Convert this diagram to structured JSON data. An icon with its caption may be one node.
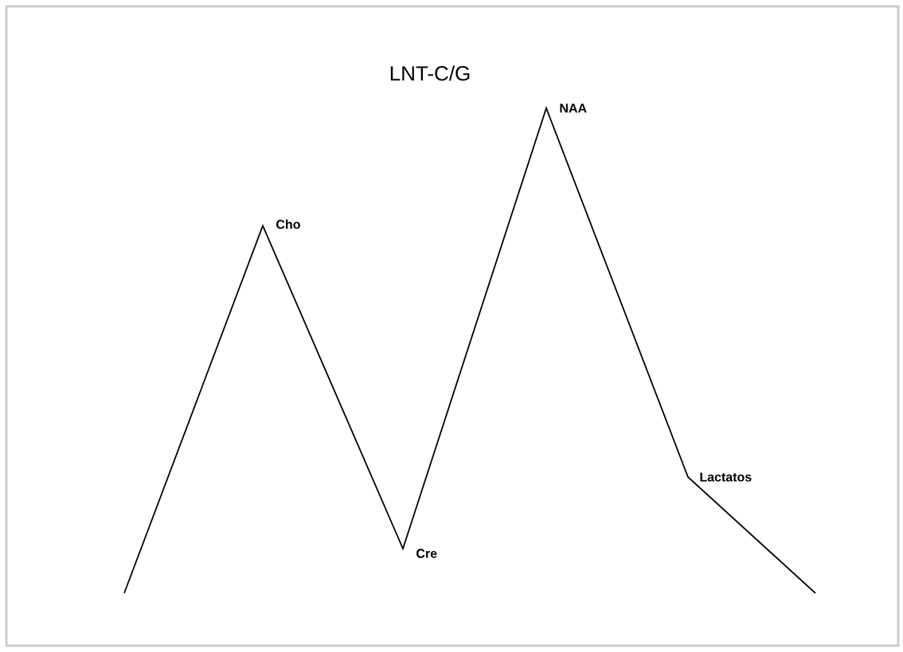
{
  "diagram": {
    "title": "LNT-C/G",
    "labels": [
      "NAA",
      "Cho",
      "Lactatos",
      "Cre"
    ]
  }
}
